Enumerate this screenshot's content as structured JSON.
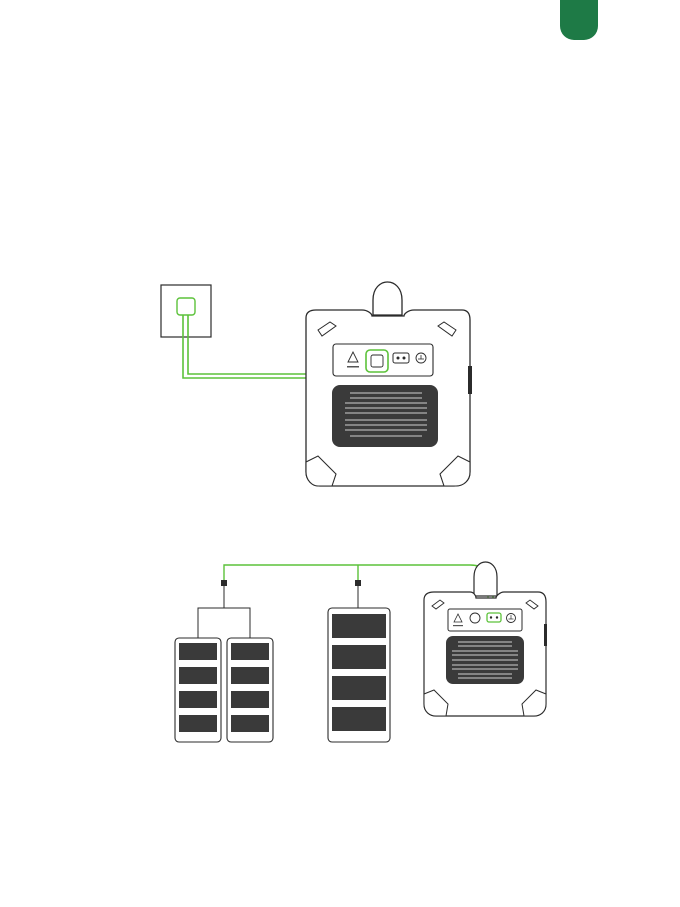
{
  "page_tab": {
    "color": "#1e7a46"
  },
  "colors": {
    "cable": "#5cc23a",
    "outline": "#2b2b2b",
    "panel": "#3a3a3a",
    "vent": "#ffffff"
  },
  "figure_top": {
    "wall_outlet": {
      "icon": "wall-socket-icon"
    },
    "power_station": {
      "ports": [
        "warning-icon",
        "ac-input-port",
        "dc-port",
        "ground-icon"
      ],
      "highlighted_port": "ac-input-port"
    }
  },
  "figure_bottom": {
    "battery_groups": [
      {
        "name": "small-battery-stack-left",
        "modules": 4
      },
      {
        "name": "small-battery-stack-right",
        "modules": 4
      },
      {
        "name": "large-battery-stack",
        "modules": 4
      }
    ],
    "power_station": {
      "ports": [
        "warning-icon",
        "ac-port",
        "expansion-port",
        "ground-icon"
      ],
      "highlighted_port": "expansion-port"
    }
  }
}
